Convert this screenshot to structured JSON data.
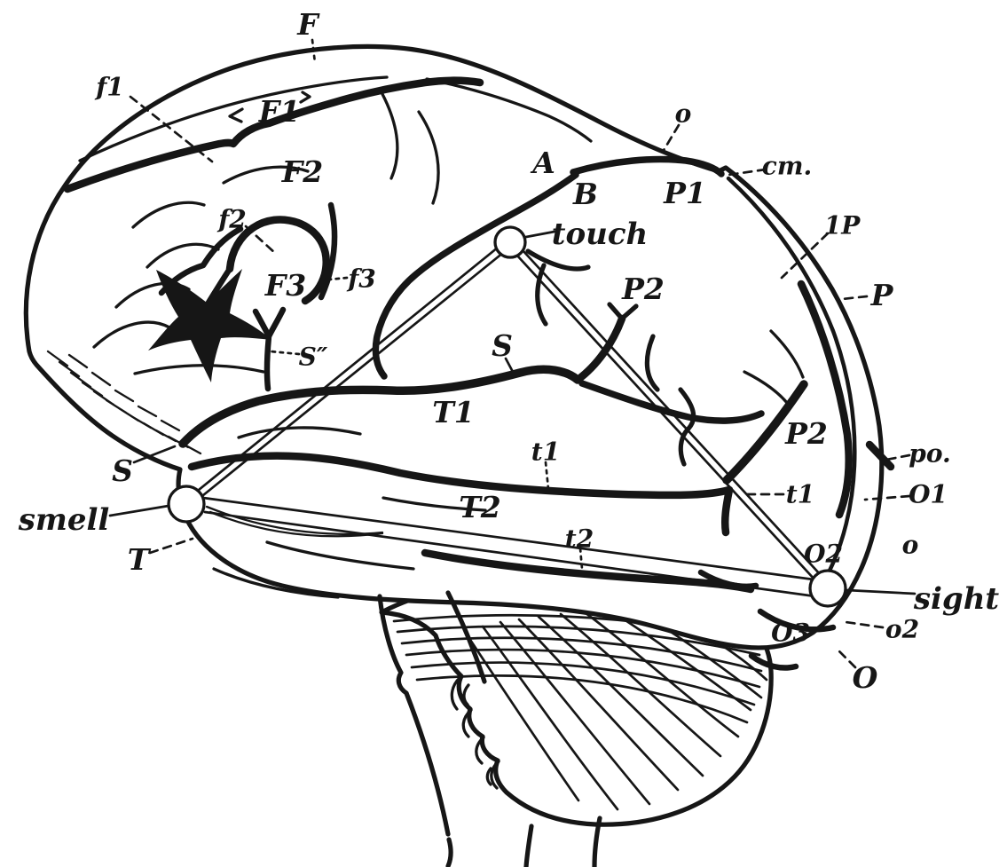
{
  "figure": {
    "kind": "anatomical engraving",
    "subject": "Lateral view of the human brain: frontal, parietal, temporal and occipital convolutions with the centres of touch, smell and sight joined by association lines",
    "ink_color": "#161616",
    "background_color": "#ffffff"
  },
  "nodes": [
    {
      "id": "touch",
      "label": "touch"
    },
    {
      "id": "smell",
      "label": "smell"
    },
    {
      "id": "sight",
      "label": "sight"
    }
  ],
  "labels": [
    {
      "id": "fissure-F",
      "text": "F"
    },
    {
      "id": "sulcus-f1",
      "text": "f1"
    },
    {
      "id": "gyrus-F1",
      "text": "F1"
    },
    {
      "id": "gyrus-F2",
      "text": "F2"
    },
    {
      "id": "sulcus-f2",
      "text": "f2"
    },
    {
      "id": "gyrus-F3",
      "text": "F3"
    },
    {
      "id": "sulcus-f3",
      "text": "f3"
    },
    {
      "id": "sulcus-S-double-prime",
      "text": "S″"
    },
    {
      "id": "gyrus-A",
      "text": "A"
    },
    {
      "id": "gyrus-B",
      "text": "B"
    },
    {
      "id": "sulcus-o-top",
      "text": "o"
    },
    {
      "id": "fissure-cm",
      "text": "cm."
    },
    {
      "id": "gyrus-P1",
      "text": "P1"
    },
    {
      "id": "sulcus-1P",
      "text": "1P"
    },
    {
      "id": "lobe-P",
      "text": "P"
    },
    {
      "id": "gyrus-P2-upper",
      "text": "P2"
    },
    {
      "id": "node-label-touch",
      "text": "touch"
    },
    {
      "id": "fissure-S-mid",
      "text": "S"
    },
    {
      "id": "gyrus-T1",
      "text": "T1"
    },
    {
      "id": "sulcus-t1-mid",
      "text": "t1"
    },
    {
      "id": "gyrus-T2",
      "text": "T2"
    },
    {
      "id": "sulcus-t2",
      "text": "t2"
    },
    {
      "id": "gyrus-P2-lower",
      "text": "P2"
    },
    {
      "id": "fissure-po",
      "text": "po."
    },
    {
      "id": "gyrus-O1",
      "text": "O1"
    },
    {
      "id": "sulcus-t1-right",
      "text": "t1"
    },
    {
      "id": "sulcus-o-right",
      "text": "o"
    },
    {
      "id": "gyrus-O2",
      "text": "O2"
    },
    {
      "id": "gyrus-O3",
      "text": "O3"
    },
    {
      "id": "sulcus-o2",
      "text": "o2"
    },
    {
      "id": "lobe-O",
      "text": "O"
    },
    {
      "id": "fissure-S-lower",
      "text": "S"
    },
    {
      "id": "lobe-T",
      "text": "T"
    },
    {
      "id": "node-label-smell",
      "text": "smell"
    },
    {
      "id": "node-label-sight",
      "text": "sight"
    }
  ]
}
